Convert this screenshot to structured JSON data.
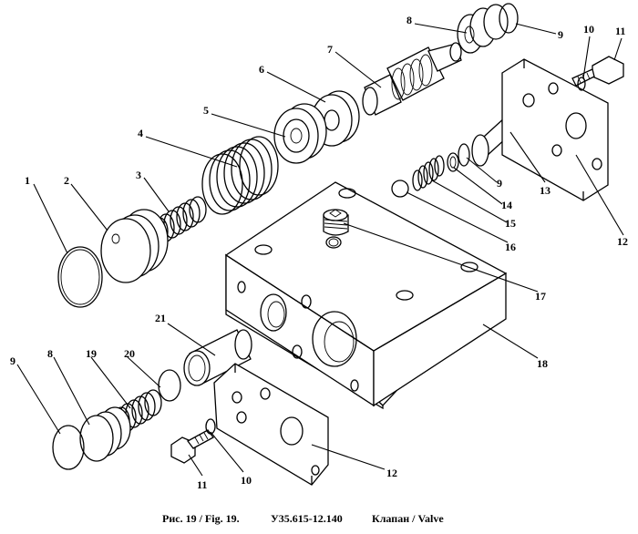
{
  "caption": {
    "figure": "Рис. 19 / Fig. 19.",
    "document_number": "У35.615-12.140",
    "title": "Клапан / Valve"
  },
  "callouts": [
    {
      "id": "c1",
      "text": "1"
    },
    {
      "id": "c2",
      "text": "2"
    },
    {
      "id": "c3",
      "text": "3"
    },
    {
      "id": "c4",
      "text": "4"
    },
    {
      "id": "c5",
      "text": "5"
    },
    {
      "id": "c6",
      "text": "6"
    },
    {
      "id": "c7",
      "text": "7"
    },
    {
      "id": "c8top",
      "text": "8"
    },
    {
      "id": "c9top",
      "text": "9"
    },
    {
      "id": "c10top",
      "text": "10"
    },
    {
      "id": "c11top",
      "text": "11"
    },
    {
      "id": "c12top",
      "text": "12"
    },
    {
      "id": "c13",
      "text": "13"
    },
    {
      "id": "c9mid",
      "text": "9"
    },
    {
      "id": "c14",
      "text": "14"
    },
    {
      "id": "c15",
      "text": "15"
    },
    {
      "id": "c16",
      "text": "16"
    },
    {
      "id": "c17",
      "text": "17"
    },
    {
      "id": "c18",
      "text": "18"
    },
    {
      "id": "c21",
      "text": "21"
    },
    {
      "id": "c19",
      "text": "19"
    },
    {
      "id": "c20",
      "text": "20"
    },
    {
      "id": "c8bot",
      "text": "8"
    },
    {
      "id": "c9bot",
      "text": "9"
    },
    {
      "id": "c11bot",
      "text": "11"
    },
    {
      "id": "c10bot",
      "text": "10"
    },
    {
      "id": "c12bot",
      "text": "12"
    }
  ]
}
